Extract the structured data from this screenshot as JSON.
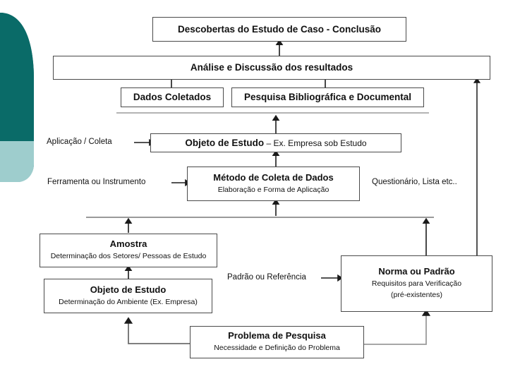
{
  "diagram": {
    "title_hidden": "",
    "colors": {
      "deco_dark_teal": "#0a6b68",
      "deco_light_teal": "#9ecdcd",
      "box_border": "#4a4a4a",
      "text": "#111111",
      "connector_dark": "#1a1a1a",
      "connector_gray": "#9b9b9b",
      "separator_gray": "#8c8c8c"
    },
    "nodes": [
      {
        "id": "descobertas",
        "title": "Descobertas do Estudo de Caso - Conclusão",
        "subtitle": "",
        "subtitle2": ""
      },
      {
        "id": "analise",
        "title": "Análise e Discussão dos resultados",
        "subtitle": "",
        "subtitle2": ""
      },
      {
        "id": "dados-coletados",
        "title": "Dados Coletados",
        "subtitle": "",
        "subtitle2": ""
      },
      {
        "id": "pesquisa-bibliografica",
        "title": "Pesquisa Bibliográfica  e Documental",
        "subtitle": "",
        "subtitle2": ""
      },
      {
        "id": "objeto-estudo-topo",
        "title": "Objeto de Estudo",
        "title_suffix": " – Ex. Empresa sob Estudo",
        "subtitle": "",
        "subtitle2": ""
      },
      {
        "id": "metodo-coleta",
        "title": "Método de Coleta de Dados",
        "subtitle": "Elaboração e Forma de Aplicação",
        "subtitle2": ""
      },
      {
        "id": "amostra",
        "title": "Amostra",
        "subtitle": "Determinação dos Setores/ Pessoas de Estudo",
        "subtitle2": ""
      },
      {
        "id": "objeto-estudo-base",
        "title": "Objeto de Estudo",
        "subtitle": "Determinação do Ambiente (Ex. Empresa)",
        "subtitle2": ""
      },
      {
        "id": "norma-padrao",
        "title": "Norma ou Padrão",
        "subtitle": "Requisitos para Verificação",
        "subtitle2": "(pré-existentes)"
      },
      {
        "id": "problema-pesquisa",
        "title": "Problema de Pesquisa",
        "subtitle": "Necessidade e Definição do Problema",
        "subtitle2": ""
      }
    ],
    "edge_labels": [
      {
        "id": "aplicacao-coleta",
        "text": "Aplicação / Coleta"
      },
      {
        "id": "ferramenta-instrumento",
        "text": "Ferramenta ou Instrumento"
      },
      {
        "id": "questionario-lista",
        "text": "Questionário, Lista etc.."
      },
      {
        "id": "padrao-referencia",
        "text": "Padrão ou Referência"
      }
    ]
  }
}
